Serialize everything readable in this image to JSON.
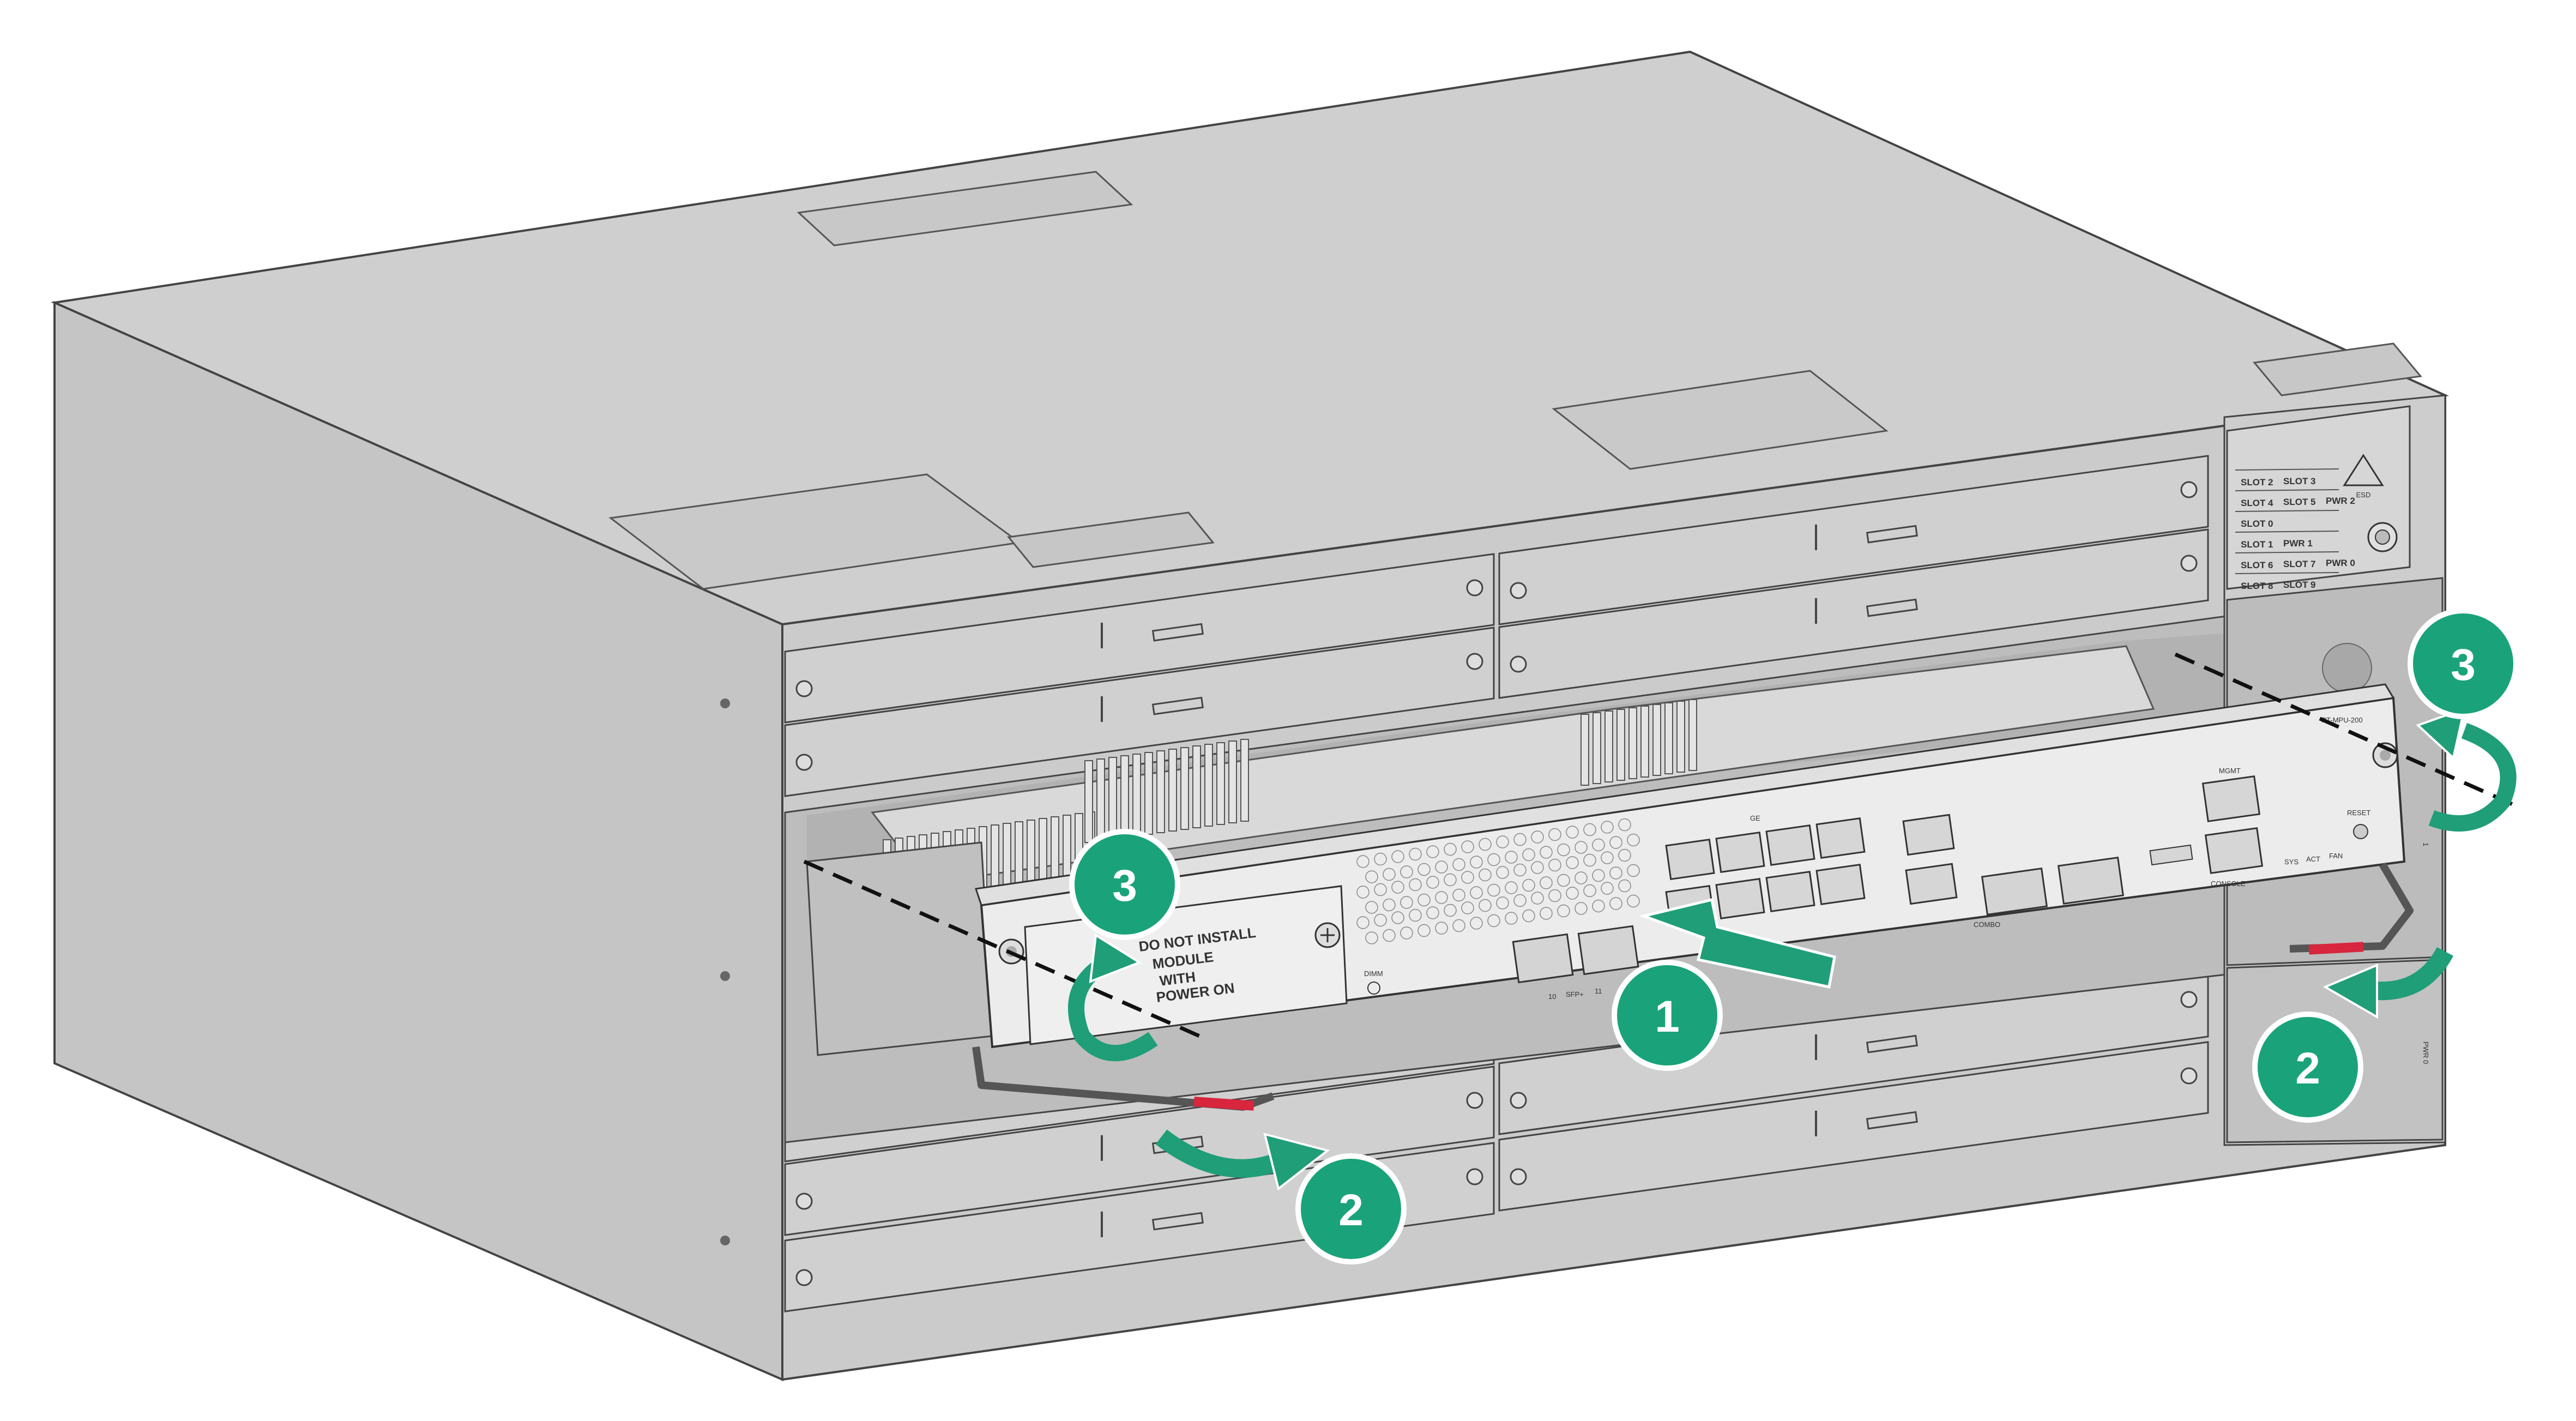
{
  "step_colors": {
    "badge": "#1aa37a",
    "arrow": "#1f9e78"
  },
  "steps": [
    {
      "id": "step1",
      "label": "1"
    },
    {
      "id": "step2a",
      "label": "2"
    },
    {
      "id": "step2b",
      "label": "2"
    },
    {
      "id": "step3a",
      "label": "3"
    },
    {
      "id": "step3b",
      "label": "3"
    }
  ],
  "icons": [
    "badge-circle",
    "curved-arrow",
    "straight-arrow",
    "screw-icon",
    "esd-icon"
  ],
  "slot_table": [
    [
      "SLOT 2",
      "SLOT 3"
    ],
    [
      "SLOT 4",
      "SLOT 5",
      "PWR 2"
    ],
    [
      "SLOT 0"
    ],
    [
      "SLOT 1",
      "PWR 1"
    ],
    [
      "SLOT 6",
      "SLOT 7",
      "PWR 0"
    ],
    [
      "SLOT 8",
      "SLOT 9"
    ]
  ],
  "esd_label": "ESD",
  "warning_label": [
    "DO NOT INSTALL",
    "MODULE",
    "WITH",
    "POWER ON"
  ],
  "module_model": "RT-MPU-200",
  "port_labels": {
    "ge": "GE",
    "sfp": "SFP+",
    "sfp_numbers": [
      "10",
      "11"
    ],
    "combo": "COMBO",
    "mgmt": "MGMT",
    "console": "CONSOLE",
    "reset": "RESET",
    "sys": "SYS",
    "act": "ACT",
    "fan": "FAN",
    "dimm": "DIMM",
    "pwr_side": "PWR 0",
    "side_slot": "1"
  }
}
